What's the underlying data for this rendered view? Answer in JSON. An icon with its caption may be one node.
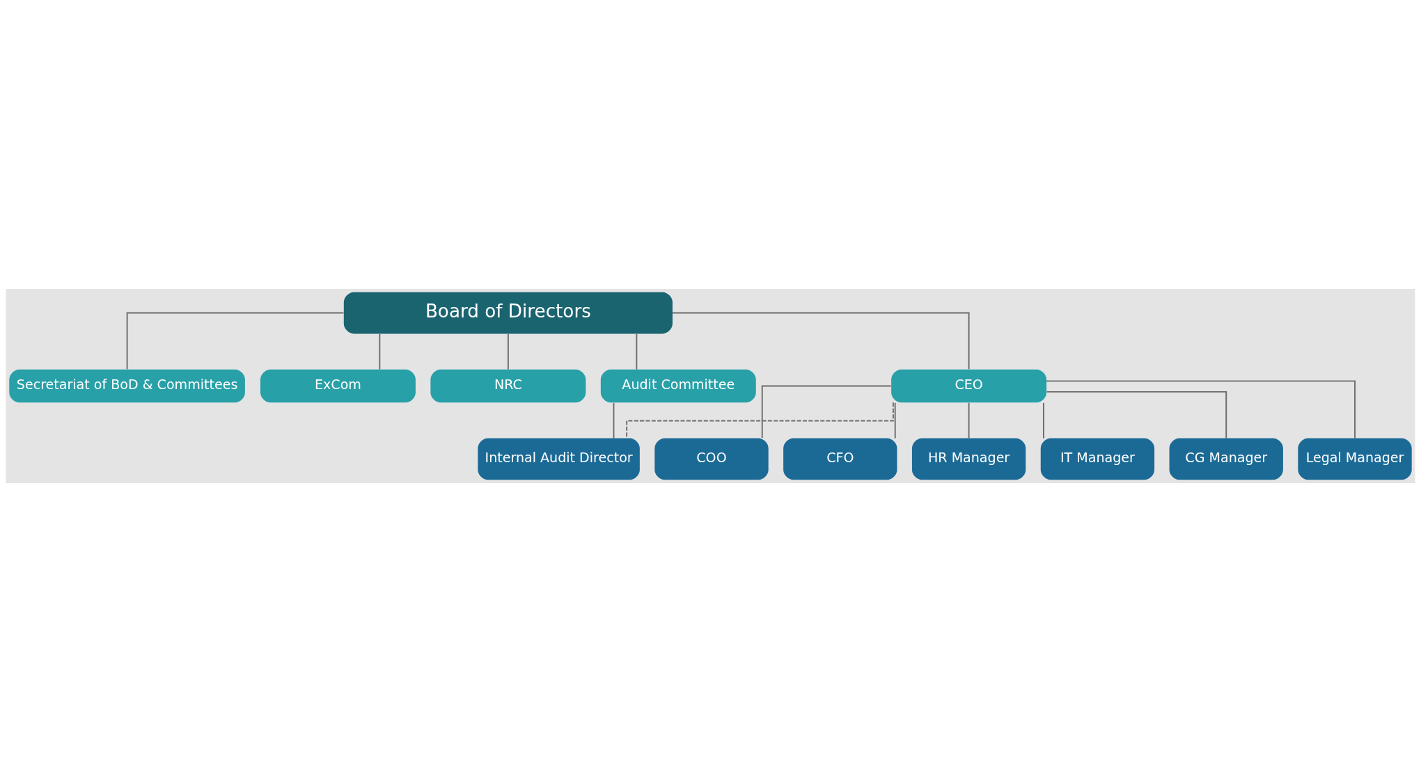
{
  "diagram": {
    "nodes": [
      {
        "text": [
          "Board of Directors"
        ]
      },
      {
        "text": [
          "Secretariat of BoD & Committees"
        ]
      },
      {
        "text": [
          "ExCom"
        ]
      },
      {
        "text": [
          "NRC"
        ]
      },
      {
        "text": [
          "Audit Committee"
        ]
      },
      {
        "text": [
          "CEO"
        ]
      },
      {
        "text": [
          "COO"
        ]
      },
      {
        "text": [
          "CFO"
        ]
      },
      {
        "text": [
          "HR Manager"
        ]
      },
      {
        "text": [
          "IT Manager"
        ]
      },
      {
        "text": [
          "CG Manager"
        ]
      },
      {
        "text": [
          "Legal Manager"
        ]
      },
      {
        "text": [
          "Internal Audit Director"
        ]
      }
    ],
    "edges": [
      {
        "from": 0,
        "to": 1,
        "arrow": "none"
      },
      {
        "from": 0,
        "to": 2,
        "arrow": "none"
      },
      {
        "from": 0,
        "to": 3,
        "arrow": "none"
      },
      {
        "from": 0,
        "to": 4,
        "arrow": "none"
      },
      {
        "from": 0,
        "to": 5,
        "arrow": "none"
      },
      {
        "from": 5,
        "to": 6,
        "arrow": "none"
      },
      {
        "from": 5,
        "to": 7,
        "arrow": "none"
      },
      {
        "from": 5,
        "to": 8,
        "arrow": "none"
      },
      {
        "from": 5,
        "to": 9,
        "arrow": "none"
      },
      {
        "from": 5,
        "to": 10,
        "arrow": "none"
      },
      {
        "from": 5,
        "to": 11,
        "arrow": "none"
      },
      {
        "from": 4,
        "to": 12,
        "arrow": "none"
      },
      {
        "from": 5,
        "to": 12,
        "arrow": "none",
        "style": "dashed"
      }
    ]
  }
}
